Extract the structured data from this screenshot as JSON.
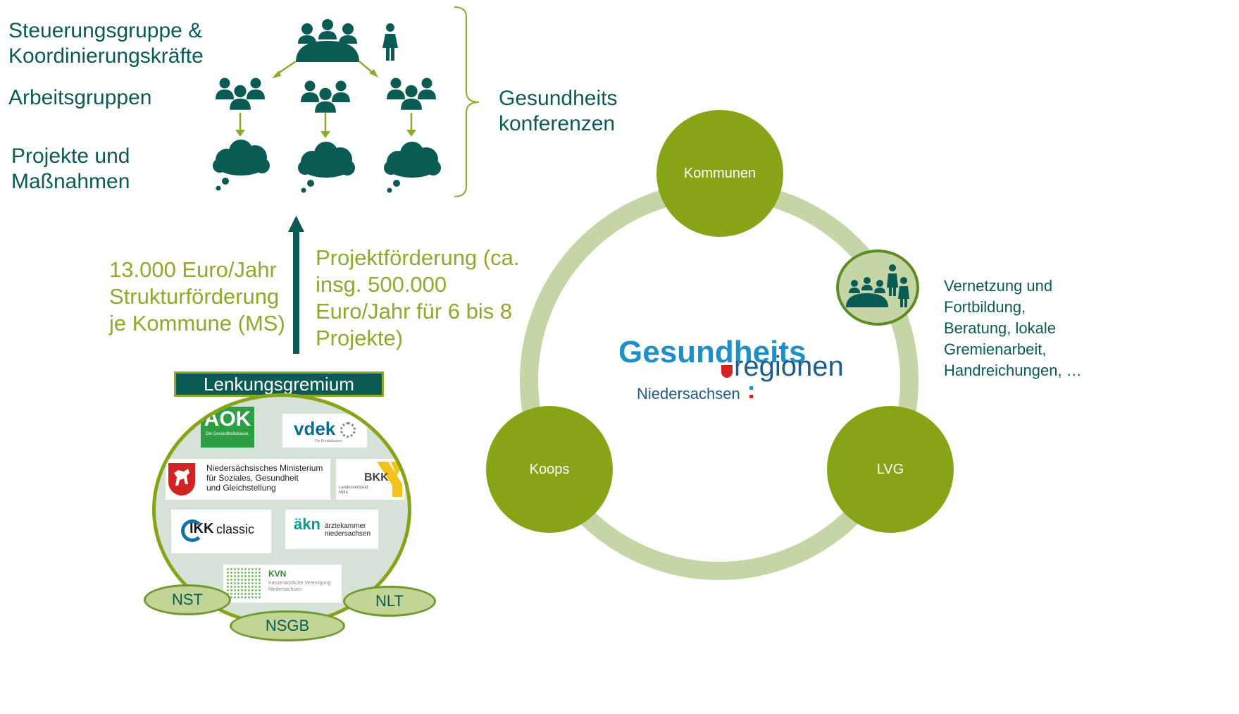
{
  "colors": {
    "teal": "#0b5b55",
    "accent_green": "#8aac2a",
    "node_green": "#86a416",
    "ring": "#c5d5a6",
    "oval_fill": "#c2d595",
    "oval_stroke": "#6f9a30"
  },
  "hierarchy": {
    "level1": "Steuerungsgruppe &\nKoordinierungskräfte",
    "level2": "Arbeitsgruppen",
    "level3": "Projekte und\nMaßnahmen",
    "bracket_label": "Gesundheits\nkonferenzen"
  },
  "funding": {
    "left": "13.000 Euro/Jahr\nStrukturförderung\nje Kommune (MS)",
    "right": "Projektförderung (ca.\ninsg. 500.000\nEuro/Jahr für 6 bis 8\nProjekte)"
  },
  "lenkung": {
    "title": "Lenkungsgremium",
    "logos": {
      "aok_main": "AOK",
      "aok_sub": "Die Gesundheitskasse.",
      "vdek_main": "vdek",
      "vdek_sub": "Die Ersatzkassen",
      "ms_line1": "Niedersächsisches Ministerium",
      "ms_line2": "für Soziales, Gesundheit",
      "ms_line3": "und Gleichstellung",
      "bkk_main": "BKK",
      "bkk_sub": "Landesverband Mitte",
      "ikk_main": "IKK",
      "ikk_rest": "classic",
      "aekn_main": "äkn",
      "aekn_line1": "ärztekammer",
      "aekn_line2": "niedersachsen",
      "kvn_main": "KVN",
      "kvn_line1": "Kassenärztliche Vereinigung",
      "kvn_line2": "Niedersachsen"
    },
    "ovals": {
      "nst": "NST",
      "nlt": "NLT",
      "nsgb": "NSGB"
    }
  },
  "cycle": {
    "nodes": {
      "kommunen": "Kommunen",
      "koops": "Koops",
      "lvg": "LVG"
    },
    "center_logo": {
      "word1": "Gesundheits",
      "word2": "regionen",
      "word3": "Niedersachsen"
    },
    "side_note": "Vernetzung und\nFortbildung,\nBeratung, lokale\nGremienarbeit,\nHandreichungen, …"
  }
}
